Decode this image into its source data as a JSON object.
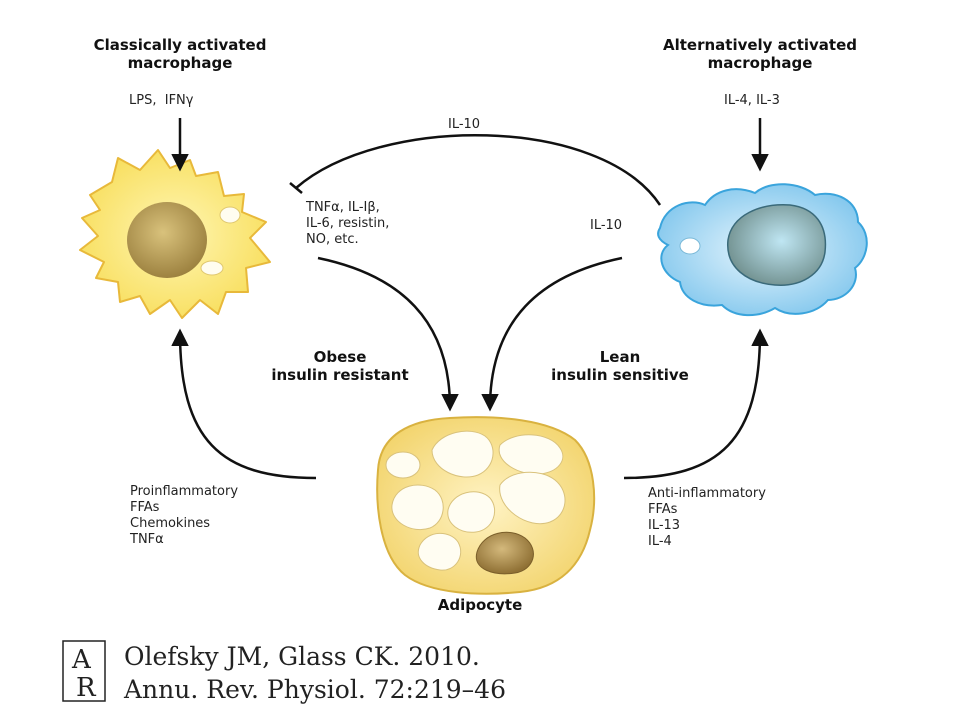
{
  "diagram": {
    "left_title": "Classically activated\nmacrophage",
    "right_title": "Alternatively activated\nmacrophage",
    "left_inputs": "LPS,  IFNγ",
    "right_inputs": "IL-4, IL-3",
    "top_arc_label": "IL-10",
    "left_secreted": "TNFα, IL-Iβ,\nIL-6, resistin,\nNO, etc.",
    "right_secreted": "IL-10",
    "left_state": "Obese\ninsulin resistant",
    "right_state": "Lean\ninsulin sensitive",
    "left_adipocyte_factors": "Proinflammatory\nFFAs\nChemokines\nTNFα",
    "right_adipocyte_factors": "Anti-inflammatory\nFFAs\nIL-13\nIL-4",
    "center_cell": "Adipocyte",
    "colors": {
      "m1_fill": "#fbe77a",
      "m1_nucleus": "#b39a52",
      "m2_fill": "#a8d8f3",
      "m2_nucleus": "#8aa7a6",
      "adipocyte_fill": "#f8e39a",
      "adipocyte_dark_droplet": "#a88d52"
    }
  },
  "citation": {
    "logo_text": "AR",
    "line1": "Olefsky JM, Glass CK. 2010.",
    "line2": "Annu. Rev. Physiol. 72:219–46"
  }
}
